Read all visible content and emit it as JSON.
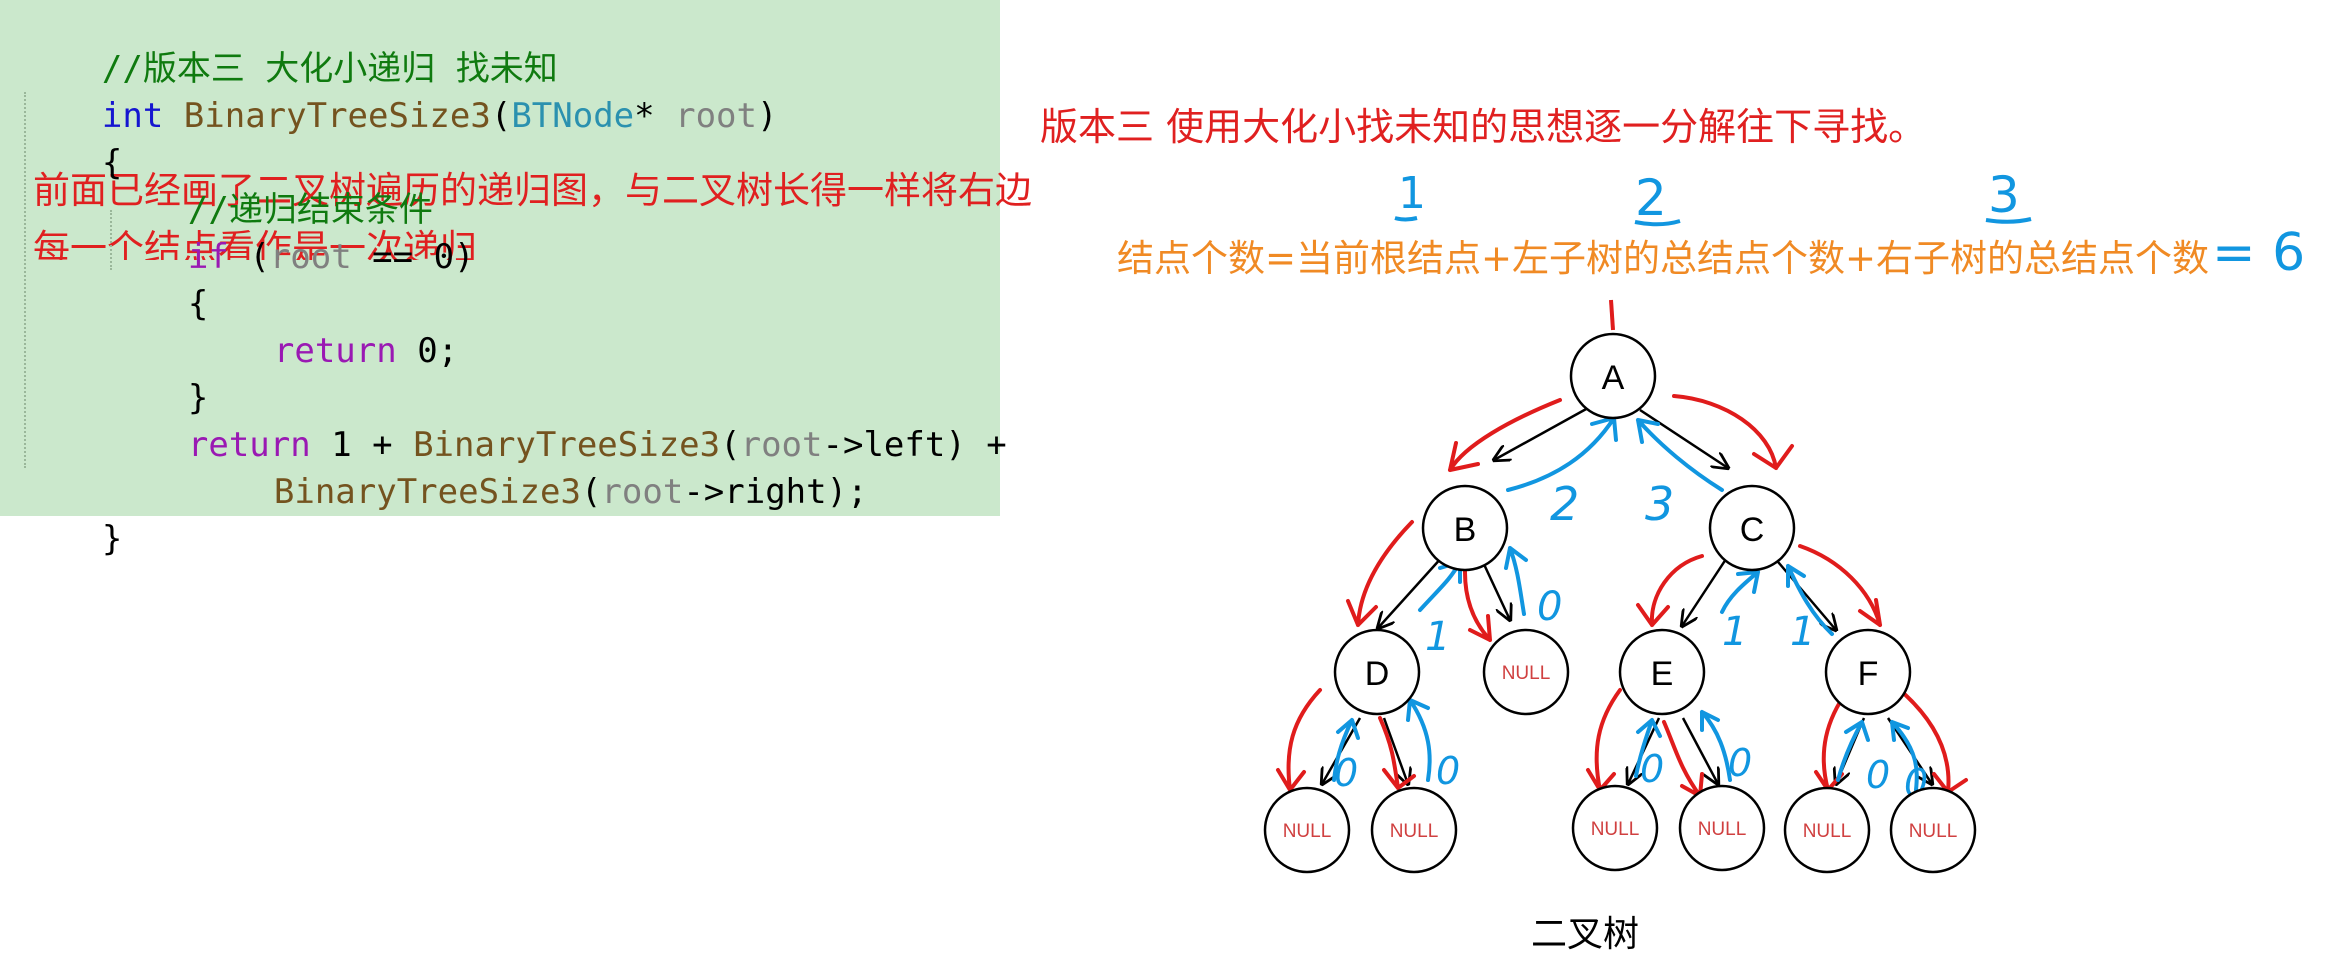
{
  "title": "版本三 使用大化小找未知的思想逐一分解往下寻找。",
  "intro": {
    "line1": "前面已经画了二叉树遍历的递归图，与二叉树长得一样将右边",
    "line2": "每一个结点看作是一次递归"
  },
  "formula": "结点个数=当前根结点+左子树的总结点个数+右子树的总结点个数",
  "formula_result": "= 6",
  "formula_step_labels": [
    "1",
    "2",
    "3"
  ],
  "code": {
    "line1_comment": "//版本三 大化小递归 找未知",
    "line2_type": "int",
    "line2_fn": "BinaryTreeSize3",
    "line2_open": "(",
    "line2_ptype": "BTNode",
    "line2_star": "* ",
    "line2_param": "root",
    "line2_close": ")",
    "line3": "{",
    "line4_comment": "//递归结束条件",
    "line5_kw": "if",
    "line5_open": " (",
    "line5_param": "root",
    "line5_rest": " == 0)",
    "line6": "{",
    "line7_kw": "return",
    "line7_rest": " 0;",
    "line8": "}",
    "line9_kw": "return",
    "line9_a": " 1 + ",
    "line9_fn": "BinaryTreeSize3",
    "line9_b": "(",
    "line9_param": "root",
    "line9_c": "->left) +",
    "line10_fn": "BinaryTreeSize3",
    "line10_b": "(",
    "line10_param": "root",
    "line10_c": "->right);",
    "line11": "}"
  },
  "tree": {
    "caption": "二叉树",
    "nodes": {
      "A": "A",
      "B": "B",
      "C": "C",
      "D": "D",
      "E": "E",
      "F": "F",
      "null_b": "NULL",
      "null_d_left": "NULL",
      "null_d_right": "NULL",
      "null_e_left": "NULL",
      "null_e_right": "NULL",
      "null_f_left": "NULL",
      "null_f_right": "NULL"
    },
    "return_values": {
      "b_to_a": "2",
      "c_to_a": "3",
      "d_to_b": "1",
      "null_to_b": "0",
      "e_to_c": "1",
      "f_to_c": "1",
      "d_left": "0",
      "d_right": "0",
      "e_left": "0",
      "e_right": "0",
      "f_left": "0",
      "f_right": "0"
    }
  },
  "colors": {
    "title_red": "#e02020",
    "formula_orange": "#f08a24",
    "code_background": "#cbe8cc",
    "call_arrow_red": "#e01c1c",
    "return_arrow_blue": "#1196e0",
    "null_text_red": "#d04040"
  }
}
